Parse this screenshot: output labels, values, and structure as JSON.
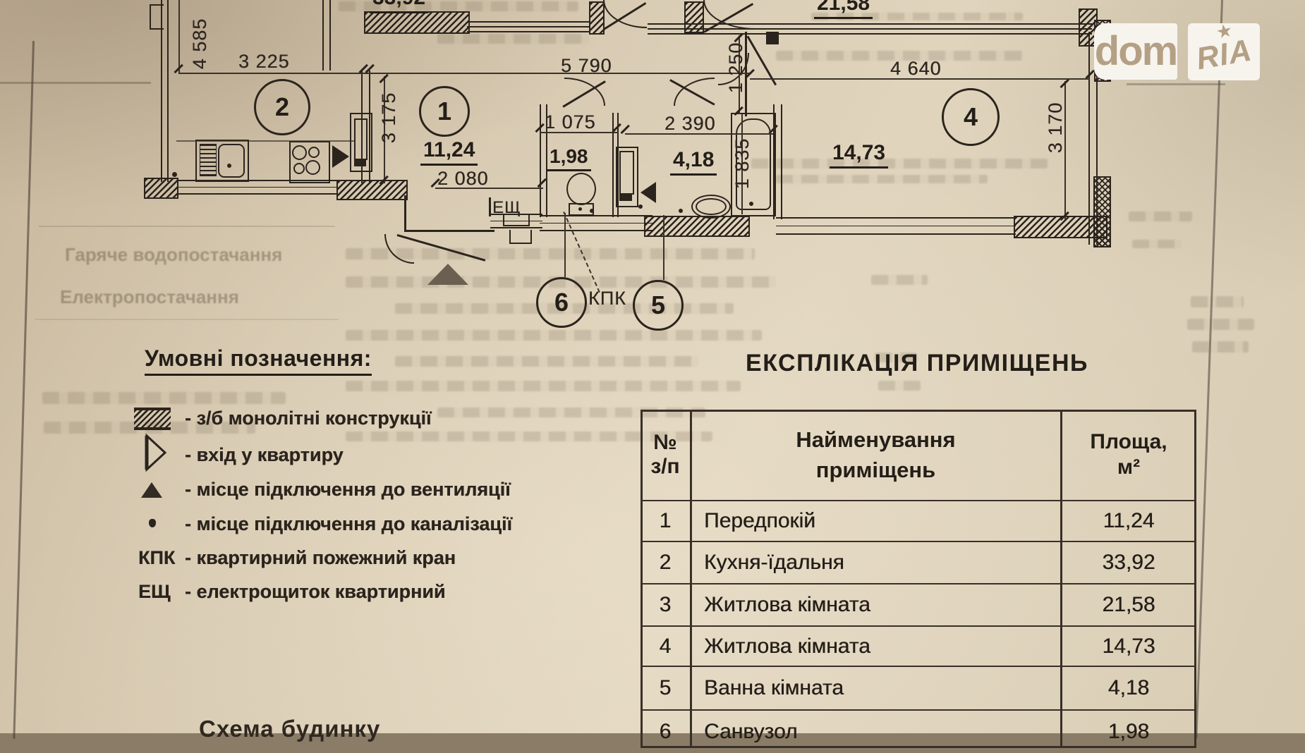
{
  "logo": {
    "dom": "dom",
    "ria": "RIA",
    "star": "★"
  },
  "plan": {
    "circles": {
      "c1": "1",
      "c2": "2",
      "c4": "4",
      "c5": "5",
      "c6": "6"
    },
    "areas": {
      "kitchen": "33,92",
      "room3": "21,58",
      "hall": "11,24",
      "wc": "1,98",
      "bath": "4,18",
      "room4": "14,73"
    },
    "dims": {
      "d4585": "4 585",
      "d3225": "3 225",
      "d5790": "5 790",
      "d4640": "4 640",
      "d3175": "3 175",
      "d1250": "1 250",
      "d3170": "3 170",
      "d2080": "2 080",
      "d1075": "1 075",
      "d2390": "2 390",
      "d1835": "1 835"
    },
    "labels": {
      "esh": "ЕЩ",
      "kpk": "КПК"
    }
  },
  "legend": {
    "title": "Умовні позначення:",
    "items": [
      {
        "text": "- з/б монолітні конструкції"
      },
      {
        "text": "- вхід у квартиру"
      },
      {
        "text": "- місце підключення до вентиляції"
      },
      {
        "text": "- місце підключення до каналізації"
      },
      {
        "abbr": "КПК",
        "text": "- квартирний пожежний кран"
      },
      {
        "abbr": "ЕЩ",
        "text": "- електрощиток квартирний"
      }
    ]
  },
  "table": {
    "title": "ЕКСПЛІКАЦІЯ ПРИМІЩЕНЬ",
    "headers": {
      "num1": "№",
      "num2": "з/п",
      "name": "Найменування приміщень",
      "area1": "Площа,",
      "area2": "м²"
    },
    "rows": [
      {
        "num": "1",
        "name": "Передпокій",
        "area": "11,24"
      },
      {
        "num": "2",
        "name": "Кухня-їдальня",
        "area": "33,92"
      },
      {
        "num": "3",
        "name": "Житлова кімната",
        "area": "21,58"
      },
      {
        "num": "4",
        "name": "Житлова кімната",
        "area": "14,73"
      },
      {
        "num": "5",
        "name": "Ванна кімната",
        "area": "4,18"
      },
      {
        "num": "6",
        "name": "Санвузол",
        "area": "1,98"
      }
    ]
  },
  "bottom_caption": "Схема будинку",
  "ghost": {
    "row1": "Гаряче водопостачання",
    "row2": "Електропостачання"
  }
}
